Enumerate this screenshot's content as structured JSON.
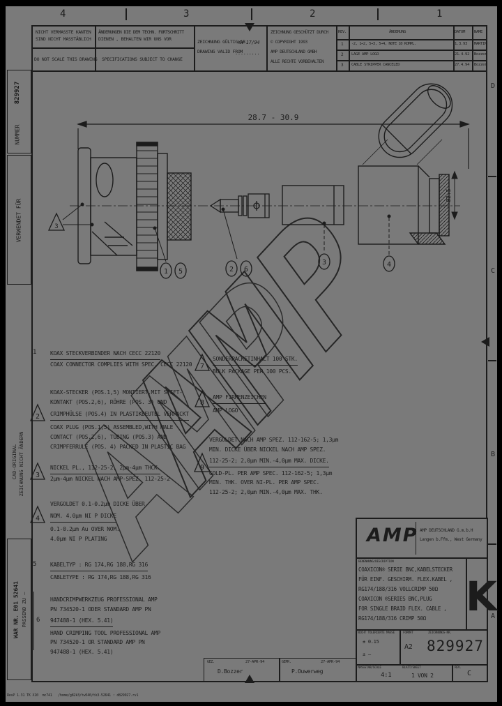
{
  "sheet": {
    "bg": "#7a7a7a",
    "ink": "#1c1c1c"
  },
  "zones": {
    "top": [
      "4",
      "3",
      "2",
      "1"
    ],
    "right": [
      "D",
      "C",
      "B",
      "A"
    ]
  },
  "header": {
    "no_scale": {
      "de1": "NICHT VERMASSTE KANTEN",
      "de2": "SIND NICHT MASSTÄBLICH",
      "en": "DO NOT SCALE THIS DRAWING"
    },
    "changes": {
      "de1": "ÄNDERUNGEN DIE DEM TECHN. FORTSCHRITT",
      "de2": "DIENEN , BEHALTEN WIR UNS VOR",
      "en": "SPECIFICATIONS SUBJECT TO CHANGE"
    },
    "valid": {
      "de": "ZEICHNUNG GÜLTIG AB",
      "en": "DRAWING VALID FROM",
      "value": "KW 17/94",
      "dots": "........."
    },
    "copyright": {
      "l1": "ZEICHNUNG GESCHÜTZT DURCH",
      "l2": "© COPYRIGHT 1993",
      "l3": "AMP DEUTSCHLAND GMBH",
      "l4": "ALLE RECHTE VORBEHALTEN"
    },
    "revisions": {
      "col_rev": "REV.",
      "col_change": "ÄNDERUNG",
      "col_date": "DATUM",
      "col_name": "NAME",
      "rows": [
        {
          "rev": "1",
          "change": "-2, 1→2, 5→3, 5→4, NOTE 10 KOMPL.",
          "date": "1.3.93",
          "name": "MARTIN"
        },
        {
          "rev": "2",
          "change": "LAGE AMP LOGO",
          "date": "21.4.92",
          "name": "Bozzer"
        },
        {
          "rev": "3",
          "change": "CABLE STRIPPER CANCELED",
          "date": "27.4.94",
          "name": "Bozzer"
        }
      ]
    }
  },
  "margin": {
    "number_value": "829927",
    "number_label": "NUMMER",
    "used_for": "VERWENDET FÜR",
    "cad1": "CAD-ORIGINAL",
    "cad2": "ZEICHNUNG NICHT ÄNDERN",
    "war_nr": "WAR NR.  E01 52641",
    "passend": "PASSEND ZU  —"
  },
  "drawing": {
    "dim_overall": "28.7 - 30.9",
    "dim_dia": "Ø2.5",
    "watermark": "AMP",
    "marker": "3",
    "balloons": {
      "b1": "1",
      "b5": "5",
      "b2": "2",
      "b6": "6",
      "b3": "3",
      "b4": "4"
    }
  },
  "notes": {
    "n1": {
      "num": "1",
      "de": "KOAX STECKVERBINDER NACH CECC 22120",
      "en": "COAX CONNECTOR COMPLIES WITH SPEC. CECC 22120"
    },
    "n2": {
      "num": "2",
      "de1": "KOAX-STECKER (POS.1,5) MONTIERT,MIT STIFT-",
      "de2": "KONTAKT (POS.2,6), RÖHRE (POS. 3) UND",
      "de3": "CRIMPHÜLSE (POS.4) IN PLASTIKBEUTEL VERPACKT",
      "en1": "COAX PLUG (POS.1,5) ASSEMBLED,WITH MALE",
      "en2": "CONTACT (POS.2,6), TUBING (POS.3) AND",
      "en3": "CRIMPFERRULE (POS. 4) PACKED IN PLASTIC BAG"
    },
    "n3": {
      "num": "3",
      "de": "NICKEL PL., 112-25-2, 2µm-4µm THCK.",
      "en": "2µm-4µm NICKEL NACH AMP-SPEZ. 112-25-2"
    },
    "n4": {
      "num": "4",
      "de1": "VERGOLDET 0.1-0.2µm DICKE ÜBER",
      "de2": "NOM. 4.0µm NI P DICKE",
      "en1": "0.1-0.2µm Au OVER NOM.",
      "en2": "4.0µm NI P PLATING"
    },
    "n5": {
      "num": "5",
      "de": "KABELTYP : RG 174,RG 188,RG 316",
      "en": "CABLETYPE : RG 174,RG 188,RG 316"
    },
    "n6": {
      "num": "6",
      "de1": "HANDCRIMPWERKZEUG PROFESSIONAL AMP",
      "de2": "PN 734520-1 ODER STANDARD AMP PN",
      "de3": "947488-1 (HEX. 5.41)",
      "en1": "HAND CRIMPING TOOL PROFESSIONAL AMP",
      "en2": "PN 734520-1 OR STANDARD AMP PN",
      "en3": "947488-1 (HEX. 5.41)"
    },
    "n7": {
      "num": "7",
      "de": "SONDERPACKETINHALT 100 STK.",
      "en": "BULK PACKAGE PER 100 PCS."
    },
    "n8": {
      "num": "8",
      "de": "AMP FIRMENZEICHEN",
      "en": "AMP LOGO"
    },
    "n9": {
      "num": "9",
      "de1": "VERGOLDET NACH AMP SPEZ. 112-162-5; 1,3µm",
      "de2": "MIN. DICKE ÜBER NICKEL NACH AMP SPEZ.",
      "de3": "112-25-2; 2,0µm MIN.-4,0µm MAX. DICKE.",
      "en1": "GOLD-PL. PER AMP SPEC. 112-162-5; 1,3µm",
      "en2": "MIN. THK. OVER NI-PL. PER AMP SPEC.",
      "en3": "112-25-2; 2,0µm MIN.-4,0µm MAX. THK."
    }
  },
  "title_block": {
    "logo": "AMP",
    "company1": "AMP DEUTSCHLAND G.m.b.H",
    "company2": "Langen b.Ffm., West Germany",
    "desc_label": "BENENNUNG/DESCRIPTION",
    "desc": [
      "COAXICON® SERIE BNC,KABELSTECKER",
      "FÜR EINF. GESCHIRM. FLEX.KABEL ,",
      "RG174/188/316 VOLLCRIMP 50Ω",
      "COAXICON ®SERIES BNC,PLUG",
      "FOR SINGLE BRAID FLEX. CABLE ,",
      "RG174/188/316 CRIMP 50Ω"
    ],
    "size_letter": "K",
    "tol_label": "NICHT TOLERIERTE MASSE",
    "tol1": "± 0.15",
    "tol2": "± –",
    "format_label": "FORMAT",
    "format": "A2",
    "dwg_label": "ZEICHNUNGS-NR.",
    "dwg_no": "829927",
    "scale_label": "MASSSTAB/SCALE",
    "scale": "4:1",
    "sheet_label": "BLATT/SHEET",
    "sheet": "1 VON 2",
    "rev_label": "REV.",
    "rev": "C"
  },
  "signatures": {
    "gez_label": "GEZ.",
    "gez_date": "27-APR-94",
    "gez_name": "D.Bozzer",
    "gepr_label": "GEPR.",
    "gepr_date": "27-APR-94",
    "gepr_name": "P.Ouwerweg"
  },
  "plot_stamp": "RevP 1.31 TK X10  mc741   /home/g82k3/tw540/tk3-52641 : d829927.rv1"
}
